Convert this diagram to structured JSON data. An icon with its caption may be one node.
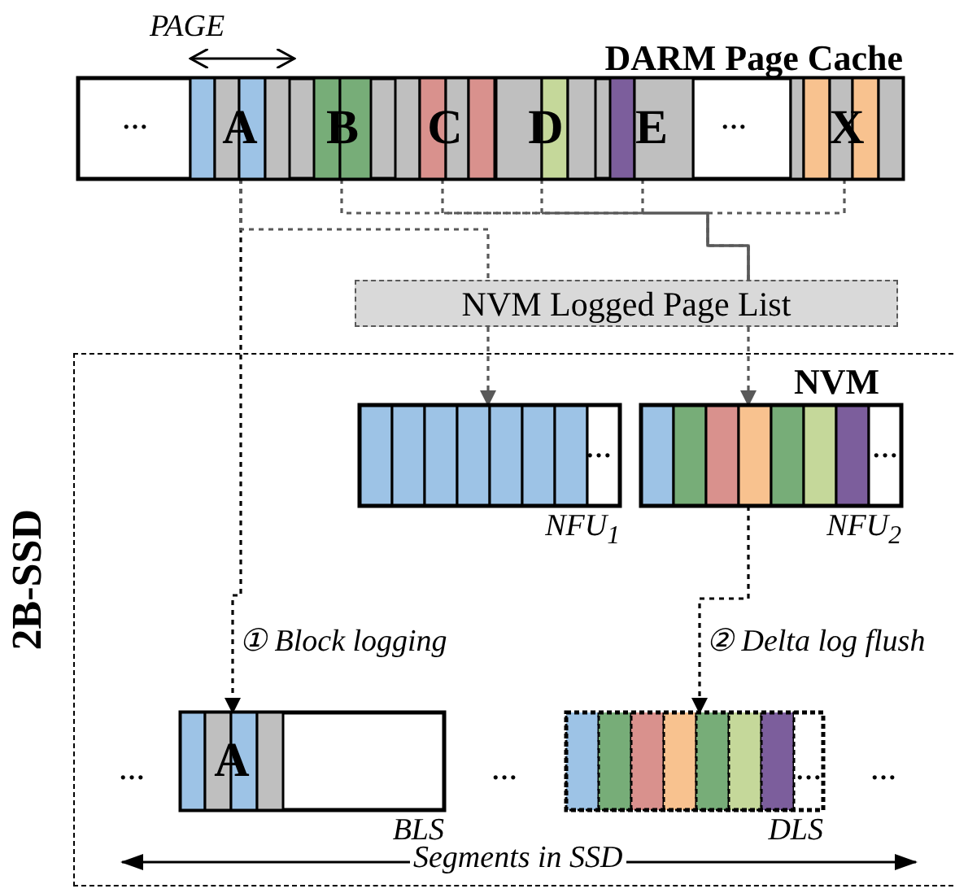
{
  "diagram": {
    "nodes": [
      {
        "text": [
          "DARM Page Cache"
        ]
      },
      {
        "text": [
          "A"
        ],
        "in": 0
      },
      {
        "text": [
          "B"
        ],
        "in": 0
      },
      {
        "text": [
          "C"
        ],
        "in": 0
      },
      {
        "text": [
          "D"
        ],
        "in": 0
      },
      {
        "text": [
          "E"
        ],
        "in": 0
      },
      {
        "text": [
          "X"
        ],
        "in": 0
      },
      {
        "text": [
          "NVM Logged Page List"
        ]
      },
      {
        "text": [
          "2B-SSD"
        ]
      },
      {
        "text": [],
        "shape": "box",
        "beside": [
          "NFU$_{1}$"
        ],
        "in": 8
      },
      {
        "text": [],
        "shape": "box",
        "beside": [
          "NFU$_{2}$"
        ],
        "in": 8
      },
      {
        "text": [],
        "shape": "box",
        "beside": [
          "BLS"
        ],
        "in": 8
      },
      {
        "text": [
          "A"
        ],
        "in": 11
      },
      {
        "text": [],
        "shape": "box",
        "beside": [
          "DLS"
        ],
        "in": 8
      }
    ],
    "edges": [
      {
        "from": 1,
        "to": 11,
        "arrow": "to",
        "label": "① Block logging",
        "style": "dashed",
        "color": "#000000"
      },
      {
        "from": 1,
        "to": 7,
        "arrow": "none",
        "style": "dashed"
      },
      {
        "from": 2,
        "to": 7,
        "arrow": "none",
        "style": "dashed"
      },
      {
        "from": 3,
        "to": 7,
        "arrow": "none",
        "style": "dashed"
      },
      {
        "from": 4,
        "to": 7,
        "arrow": "none",
        "style": "dashed"
      },
      {
        "from": 5,
        "to": 7,
        "arrow": "none",
        "style": "dashed"
      },
      {
        "from": 6,
        "to": 7,
        "arrow": "none",
        "style": "dashed"
      },
      {
        "from": 7,
        "to": 9,
        "arrow": "to",
        "style": "dashed"
      },
      {
        "from": 7,
        "to": 10,
        "arrow": "to",
        "style": "dashed"
      },
      {
        "from": 10,
        "to": 13,
        "arrow": "to",
        "label": "② Delta log flush",
        "style": "dashed",
        "color": "#000000"
      }
    ],
    "labels": [
      "PAGE",
      "…",
      "…",
      "NVM",
      "…",
      "…",
      "…",
      "…",
      "…",
      "…",
      "Segments in SSD"
    ]
  }
}
